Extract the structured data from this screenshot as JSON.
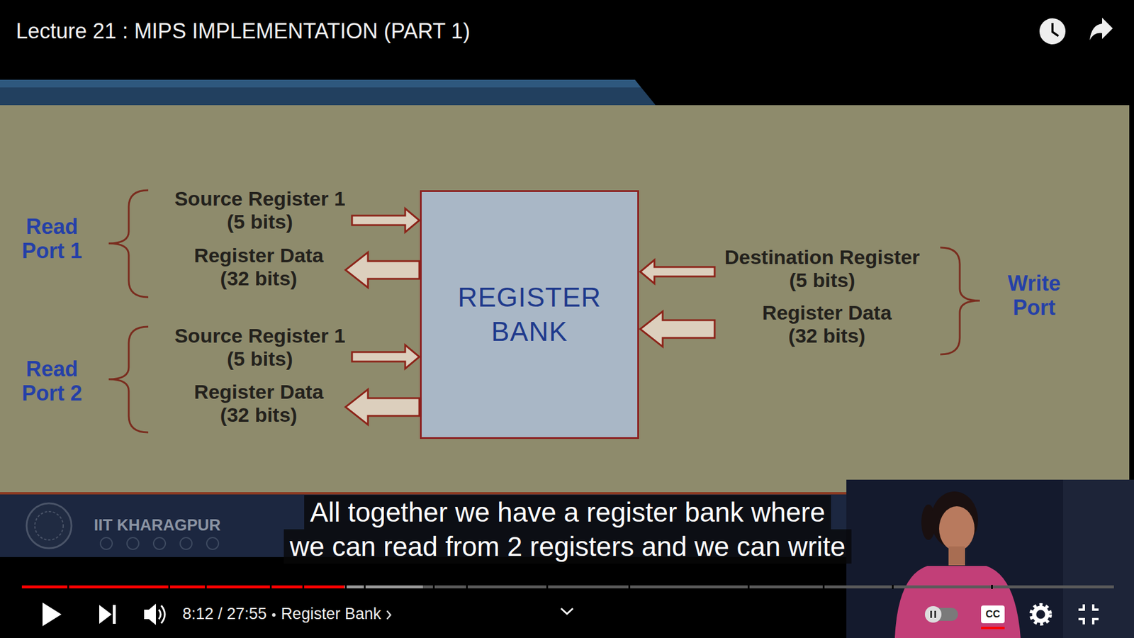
{
  "diagram": {
    "title": "Lecture 21 : MIPS IMPLEMENTATION (PART 1)",
    "nodes": [
      {
        "text": [
          "REGISTER BANK"
        ]
      }
    ],
    "labels": [
      "Read Port 1",
      "Source Register 1 (5 bits)",
      "Register Data (32 bits)",
      "Read Port 2",
      "Source Register 1 (5 bits)",
      "Register Data (32 bits)",
      "Destination Register (5 bits)",
      "Register Data (32 bits)",
      "Write Port",
      "IIT KHARAGPUR",
      "All together we have a register bank where",
      "we can read from 2 registers and we can write",
      "8:12 / 27:55",
      "Register Bank",
      "CC"
    ]
  }
}
